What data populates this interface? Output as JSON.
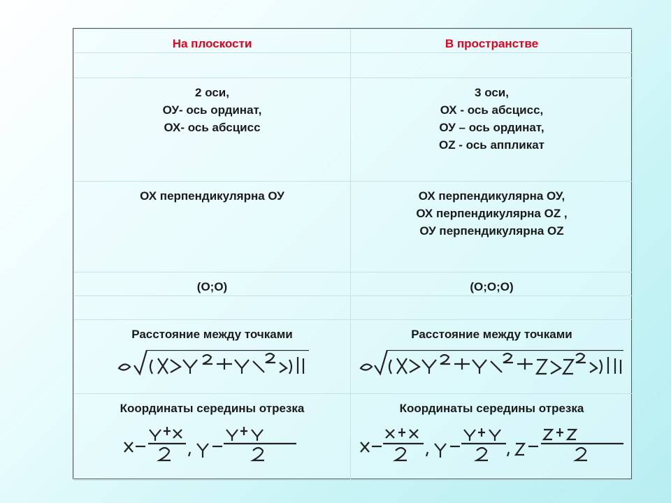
{
  "table": {
    "headers": {
      "left": "На плоскости",
      "right": "В пространстве"
    },
    "rows": [
      {
        "left": [
          "2 оси,",
          "ОУ- ось ординат,",
          " ОХ- ось абсцисс"
        ],
        "right": [
          "3 оси,",
          "ОХ - ось абсцисс,",
          "ОУ – ось ординат,",
          "OZ - ось аппликат"
        ]
      },
      {
        "left": [
          "ОХ перпендикулярна ОУ"
        ],
        "right": [
          "ОХ перпендикулярна ОУ,",
          " ОХ перпендикулярна OZ ,",
          "ОУ перпендикулярна OZ"
        ]
      },
      {
        "left": [
          "(О;О)"
        ],
        "right": [
          "(О;О;О)"
        ]
      },
      {
        "left": [
          "Расстояние между точками"
        ],
        "right": [
          "Расстояние между точками"
        ],
        "left_formula": "distance-2d-formula",
        "right_formula": "distance-3d-formula"
      },
      {
        "left": [
          "Координаты середины отрезка"
        ],
        "right": [
          "Координаты середины отрезка"
        ],
        "left_formula": "midpoint-2d-formula",
        "right_formula": "midpoint-3d-formula"
      }
    ]
  },
  "colors": {
    "header_text": "#e8001c",
    "body_text": "#1a1a1a",
    "border": "#555555"
  }
}
